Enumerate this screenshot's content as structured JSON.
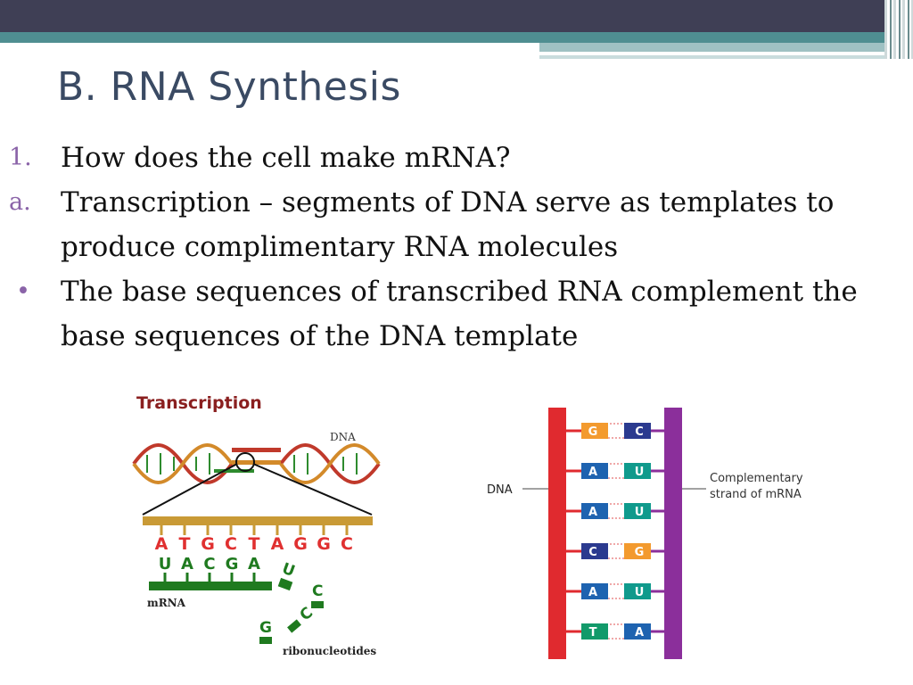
{
  "slide": {
    "title": "B. RNA Synthesis",
    "bullets": [
      {
        "marker": "1.",
        "text": "How does the cell make mRNA?"
      },
      {
        "marker": "a.",
        "text": "Transcription – segments of DNA serve as templates to produce complimentary RNA molecules"
      },
      {
        "marker": "•",
        "text": "The base sequences of transcribed RNA complement the base sequences of the DNA template"
      }
    ]
  },
  "figure_left": {
    "heading": "Transcription",
    "dna_label": "DNA",
    "dna_bases": [
      "A",
      "T",
      "G",
      "C",
      "T",
      "A",
      "G",
      "G",
      "C"
    ],
    "rna_bases": [
      "U",
      "A",
      "C",
      "G",
      "A"
    ],
    "free_rna_bases": [
      "U",
      "C",
      "C",
      "G"
    ],
    "mrna_label": "mRNA",
    "ribonucleotides_label": "ribonucleotides"
  },
  "figure_right": {
    "dna_label": "DNA",
    "mrna_label_line1": "Complementary",
    "mrna_label_line2": "strand of mRNA",
    "pairs": [
      {
        "dna": "G",
        "rna": "C"
      },
      {
        "dna": "A",
        "rna": "U"
      },
      {
        "dna": "A",
        "rna": "U"
      },
      {
        "dna": "C",
        "rna": "G"
      },
      {
        "dna": "A",
        "rna": "U"
      },
      {
        "dna": "T",
        "rna": "A"
      }
    ]
  },
  "colors": {
    "title": "#3a4a63",
    "marker": "#8a63a8",
    "dna_strand": "#e02a2f",
    "mrna_strand": "#8b2f9b",
    "base_G": "#f39a2e",
    "base_C": "#2b3a8f",
    "base_A": "#1e63b0",
    "base_U": "#109a8c",
    "base_T": "#129a6a",
    "rna_green": "#1f7a1f",
    "dna_red": "#e03030"
  }
}
